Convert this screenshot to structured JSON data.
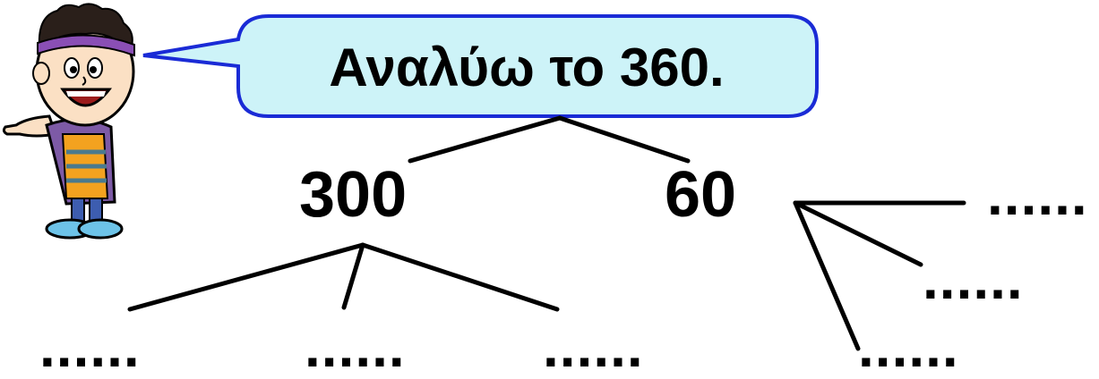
{
  "speech_bubble": {
    "text": "Αναλύω το 360."
  },
  "tree": {
    "left_part": "300",
    "right_part": "60",
    "blank": "......"
  },
  "colors": {
    "bubble_fill": "#cdf3f8",
    "bubble_border": "#1a2bd6",
    "line": "#000000"
  }
}
